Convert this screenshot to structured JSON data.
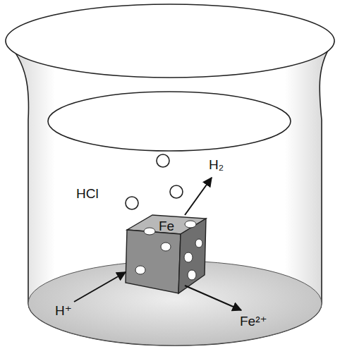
{
  "diagram": {
    "labels": [
      "HCl",
      "H₂",
      "Fe",
      "H⁺",
      "Fe²⁺"
    ]
  }
}
